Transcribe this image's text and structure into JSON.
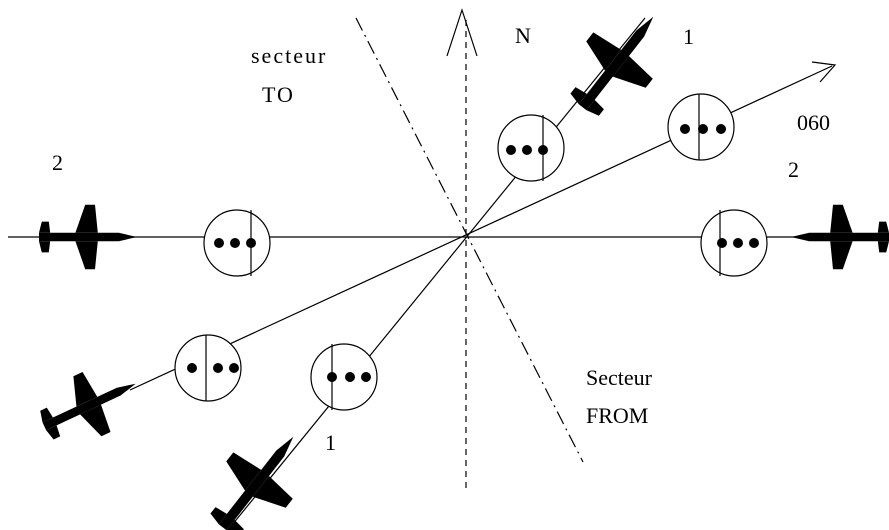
{
  "labels": {
    "north": "N",
    "radial": "060",
    "sector_to_line1": "secteur",
    "sector_to_line2": "TO",
    "sector_from_line1": "Secteur",
    "sector_from_line2": "FROM",
    "aircraft_1_top": "1",
    "aircraft_1_bottom": "1",
    "aircraft_2_left": "2",
    "aircraft_2_right": "2"
  }
}
